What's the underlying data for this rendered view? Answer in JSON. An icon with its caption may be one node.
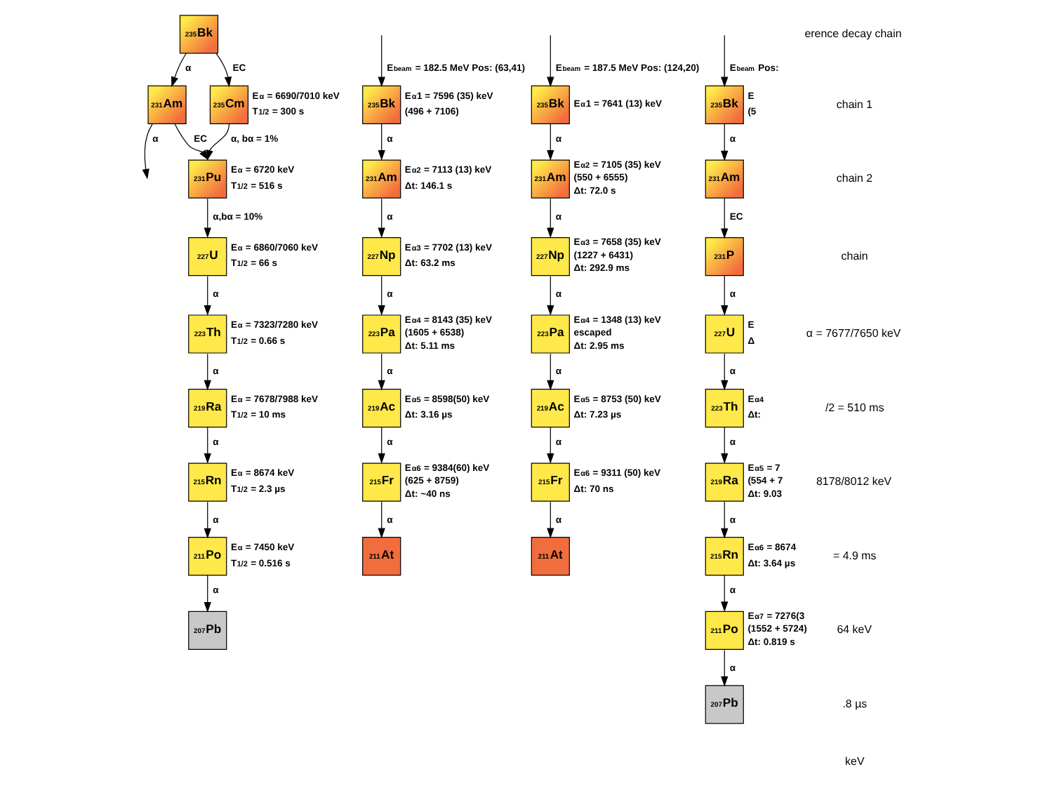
{
  "diagram": {
    "nodes": [
      {
        "text": [
          "$^{235}$Bk"
        ]
      },
      {
        "text": [
          "$^{231}$Am"
        ]
      },
      {
        "text": [
          "$^{235}$Cm"
        ],
        "beside": [
          "E$_{α}$ = 6690/7010 keV",
          "T$_{1/2}$ = 300 s"
        ]
      },
      {
        "text": [
          "$^{231}$Pu"
        ],
        "beside": [
          "E$_{α}$ = 6720 keV",
          "T$_{1/2}$ = 516 s"
        ]
      },
      {
        "text": [
          "$^{227}$U"
        ],
        "beside": [
          "E$_{α}$ = 6860/7060 keV",
          "T$_{1/2}$ = 66 s"
        ]
      },
      {
        "text": [
          "$^{223}$Th"
        ],
        "beside": [
          "E$_{α}$ = 7323/7280 keV",
          "T$_{1/2}$ = 0.66 s"
        ]
      },
      {
        "text": [
          "$^{219}$Ra"
        ],
        "beside": [
          "E$_{α}$ = 7678/7988 keV",
          "T$_{1/2}$ = 10 ms"
        ]
      },
      {
        "text": [
          "$^{215}$Rn"
        ],
        "beside": [
          "E$_{α}$ = 8674 keV",
          "T$_{1/2}$ = 2.3 µs"
        ]
      },
      {
        "text": [
          "$^{211}$Po"
        ],
        "beside": [
          "E$_{α}$ = 7450 keV",
          "T$_{1/2}$ = 0.516 s"
        ]
      },
      {
        "text": [
          "$^{207}$Pb"
        ]
      },
      {
        "text": [
          "$^{235}$Bk"
        ],
        "beside": [
          "E$_{α}$1 = 7596 (35) keV",
          "(496 + 7106)"
        ]
      },
      {
        "text": [
          "$^{231}$Am"
        ],
        "beside": [
          "E$_{α2}$ = 7113 (13) keV",
          "Δt: 146.1 s"
        ]
      },
      {
        "text": [
          "$^{227}$Np"
        ],
        "beside": [
          "E$_{α3}$ = 7702 (13) keV",
          "Δt: 63.2 ms"
        ]
      },
      {
        "text": [
          "$^{223}$Pa"
        ],
        "beside": [
          "E$_{α4}$ = 8143 (35) keV",
          "(1605 + 6538)",
          "Δt: 5.11 ms"
        ]
      },
      {
        "text": [
          "$^{219}$Ac"
        ],
        "beside": [
          "E$_{α5}$ = 8598(50) keV",
          "Δt: 3.16 µs"
        ]
      },
      {
        "text": [
          "$^{215}$Fr"
        ],
        "beside": [
          "E$_{α6}$ = 9384(60) keV",
          "(625 + 8759)",
          "Δt: ~40 ns"
        ]
      },
      {
        "text": [
          "$^{211}$At"
        ]
      },
      {
        "text": [
          "$^{235}$Bk"
        ],
        "beside": [
          "E$_{α}$1 = 7641 (13) keV"
        ]
      },
      {
        "text": [
          "$^{231}$Am"
        ],
        "beside": [
          "E$_{α2}$ = 7105 (35) keV",
          "(550 + 6555)",
          "Δt: 72.0 s"
        ]
      },
      {
        "text": [
          "$^{227}$Np"
        ],
        "beside": [
          "E$_{α3}$ = 7658 (35) keV",
          "(1227 + 6431)",
          "Δt: 292.9 ms"
        ]
      },
      {
        "text": [
          "$^{223}$Pa"
        ],
        "beside": [
          "E$_{α4}$ = 1348 (13) keV",
          "escaped",
          "Δt: 2.95 ms"
        ]
      },
      {
        "text": [
          "$^{219}$Ac"
        ],
        "beside": [
          "E$_{α5}$ = 8753 (50) keV",
          "Δt: 7.23 µs"
        ]
      },
      {
        "text": [
          "$^{215}$Fr"
        ],
        "beside": [
          "E$_{α6}$ = 9311 (50) keV",
          "Δt: 70 ns"
        ]
      },
      {
        "text": [
          "$^{211}$At"
        ]
      },
      {
        "text": [
          "$^{235}$Bk"
        ],
        "beside": [
          "E",
          "(5"
        ]
      },
      {
        "text": [
          "$^{231}$Am"
        ]
      },
      {
        "text": [
          "$^{231}$P"
        ]
      },
      {
        "text": [
          "$^{227}$U"
        ],
        "beside": [
          "E",
          "Δ"
        ]
      },
      {
        "text": [
          "$^{223}$Th"
        ],
        "beside": [
          "E$_{α4}$",
          "Δt:"
        ]
      },
      {
        "text": [
          "$^{219}$Ra"
        ],
        "beside": [
          "E$_{α5}$ = 7",
          "(554 + 7",
          "Δt: 9.03"
        ]
      },
      {
        "text": [
          "$^{215}$Rn"
        ],
        "beside": [
          "E$_{α6}$ = 8674",
          "Δt: 3.64 µs"
        ]
      },
      {
        "text": [
          "$^{211}$Po"
        ],
        "beside": [
          "E$_{α7}$ = 7276(3",
          "(1552 + 5724)",
          "Δt: 0.819 s"
        ]
      },
      {
        "text": [
          "$^{207}$Pb"
        ]
      }
    ],
    "edges": [
      {
        "from": 0,
        "to": 1,
        "arrow": "to",
        "label": "α"
      },
      {
        "from": 0,
        "to": 2,
        "arrow": "to",
        "label": "EC"
      },
      {
        "from": 1,
        "to": 3,
        "arrow": "to",
        "label": "EC"
      },
      {
        "from": 1,
        "to": null,
        "arrow": "to",
        "label": "α"
      },
      {
        "from": 2,
        "to": 3,
        "arrow": "to",
        "label": "α, bα = 1%"
      },
      {
        "from": 3,
        "to": 4,
        "arrow": "to",
        "label": "α,bα = 10%"
      },
      {
        "from": 4,
        "to": 5,
        "arrow": "to",
        "label": "α"
      },
      {
        "from": 5,
        "to": 6,
        "arrow": "to",
        "label": "α"
      },
      {
        "from": 6,
        "to": 7,
        "arrow": "to",
        "label": "α"
      },
      {
        "from": 7,
        "to": 8,
        "arrow": "to",
        "label": "α"
      },
      {
        "from": 8,
        "to": 9,
        "arrow": "to",
        "label": "α"
      },
      {
        "from": null,
        "to": 10,
        "arrow": "to",
        "label": "E$_{beam}$ = 182.5 MeV Pos: (63,41)"
      },
      {
        "from": 10,
        "to": 11,
        "arrow": "to",
        "label": "α"
      },
      {
        "from": 11,
        "to": 12,
        "arrow": "to",
        "label": "α"
      },
      {
        "from": 12,
        "to": 13,
        "arrow": "to",
        "label": "α"
      },
      {
        "from": 13,
        "to": 14,
        "arrow": "to",
        "label": "α"
      },
      {
        "from": 14,
        "to": 15,
        "arrow": "to",
        "label": "α"
      },
      {
        "from": 15,
        "to": 16,
        "arrow": "to",
        "label": "α"
      },
      {
        "from": null,
        "to": 17,
        "arrow": "to",
        "label": "E$_{beam}$ = 187.5 MeV Pos: (124,20)"
      },
      {
        "from": 17,
        "to": 18,
        "arrow": "to",
        "label": "α"
      },
      {
        "from": 18,
        "to": 19,
        "arrow": "to",
        "label": "α"
      },
      {
        "from": 19,
        "to": 20,
        "arrow": "to",
        "label": "α"
      },
      {
        "from": 20,
        "to": 21,
        "arrow": "to",
        "label": "α"
      },
      {
        "from": 21,
        "to": 22,
        "arrow": "to",
        "label": "α"
      },
      {
        "from": 22,
        "to": 23,
        "arrow": "to",
        "label": "α"
      },
      {
        "from": null,
        "to": 24,
        "arrow": "to",
        "label": "E$_{beam}$ Pos:"
      },
      {
        "from": 24,
        "to": 25,
        "arrow": "to",
        "label": "α"
      },
      {
        "from": 25,
        "to": 26,
        "arrow": "to",
        "label": "EC"
      },
      {
        "from": 26,
        "to": 27,
        "arrow": "to",
        "label": "α"
      },
      {
        "from": 27,
        "to": 28,
        "arrow": "to",
        "label": "α"
      },
      {
        "from": 28,
        "to": 29,
        "arrow": "to",
        "label": "α"
      },
      {
        "from": 29,
        "to": 30,
        "arrow": "to",
        "label": "α"
      },
      {
        "from": 30,
        "to": 31,
        "arrow": "to",
        "label": "α"
      },
      {
        "from": 31,
        "to": 32,
        "arrow": "to",
        "label": "α"
      }
    ],
    "labels": [
      "erence decay chain",
      "chain 1",
      "chain 2",
      "chain",
      "α = 7677/7650 keV",
      "/2 = 510 ms",
      "8178/8012 keV",
      "= 4.9 ms",
      "64 keV",
      ".8 µs",
      "keV"
    ]
  }
}
